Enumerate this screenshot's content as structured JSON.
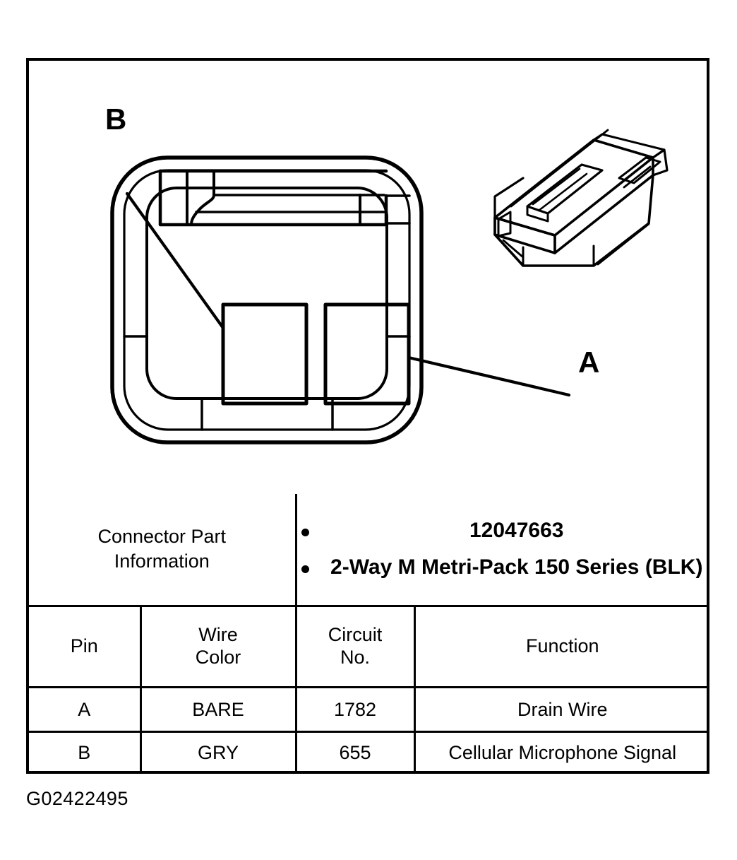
{
  "figure": {
    "caption": "G02422495",
    "callouts": [
      {
        "label": "B",
        "target": "left-pin-cavity"
      },
      {
        "label": "A",
        "target": "right-pin-cavity"
      }
    ],
    "views": {
      "front_face": "connector-front-face-view",
      "isometric": "connector-isometric-view"
    }
  },
  "connector_part_information": {
    "label": "Connector Part\nInformation",
    "label_line1": "Connector Part",
    "label_line2": "Information",
    "items": [
      "12047663",
      "2-Way M Metri-Pack 150 Series (BLK)"
    ]
  },
  "pin_table": {
    "headers": {
      "pin": "Pin",
      "wire_color_line1": "Wire",
      "wire_color_line2": "Color",
      "circuit_no_line1": "Circuit",
      "circuit_no_line2": "No.",
      "function": "Function"
    },
    "rows": [
      {
        "pin": "A",
        "wire_color": "BARE",
        "circuit_no": "1782",
        "function": "Drain Wire"
      },
      {
        "pin": "B",
        "wire_color": "GRY",
        "circuit_no": "655",
        "function": "Cellular Microphone Signal"
      }
    ]
  },
  "colors": {
    "ink": "#000000",
    "paper": "#ffffff"
  }
}
